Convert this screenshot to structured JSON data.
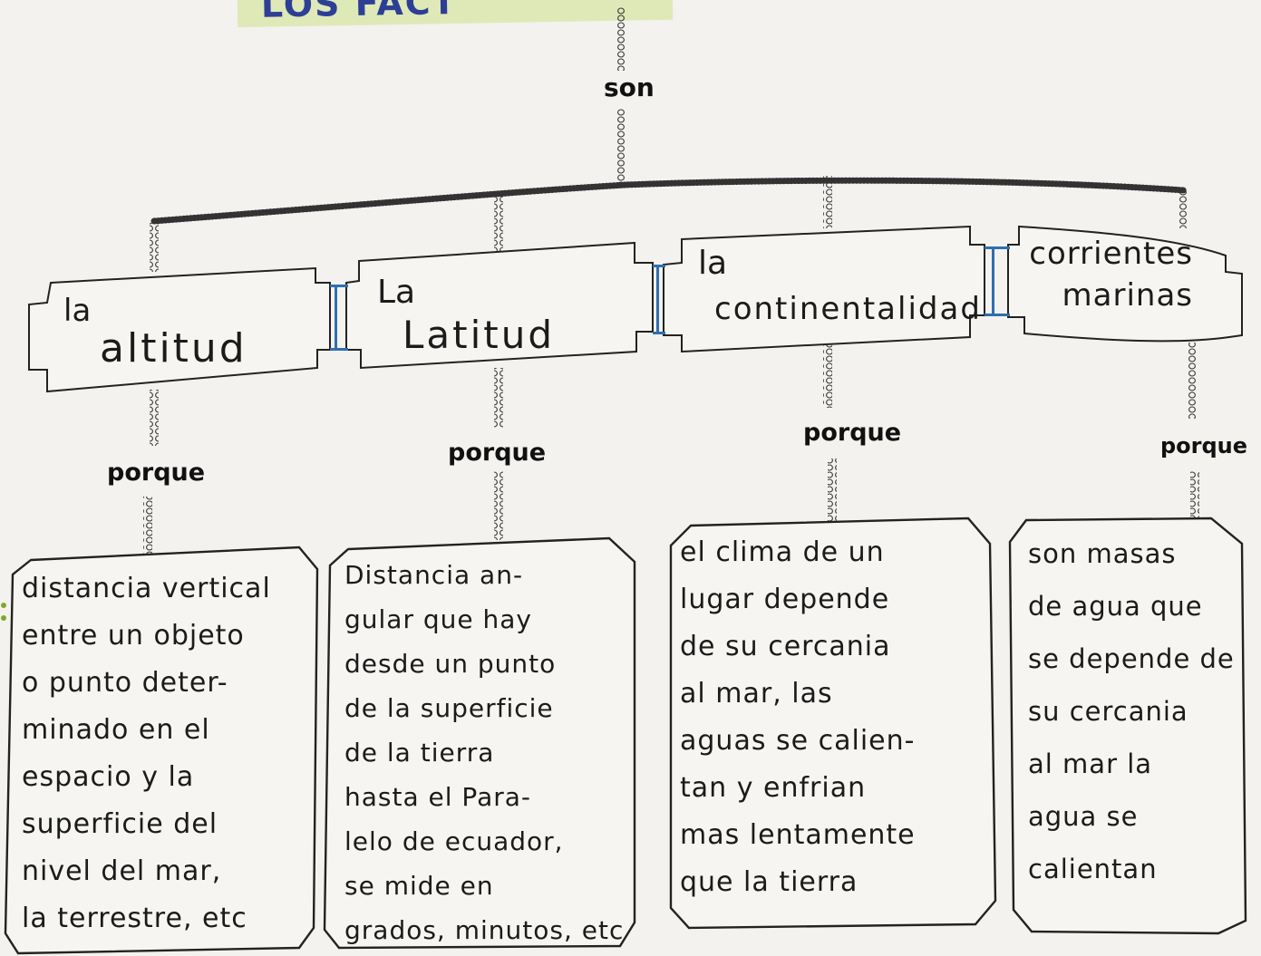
{
  "title": "LOS FACT",
  "connectors": {
    "son": "son",
    "porque": [
      "porque",
      "porque",
      "porque",
      "porque"
    ]
  },
  "factors": [
    {
      "article": "la",
      "name": "altitud"
    },
    {
      "article": "La",
      "name": "Latitud"
    },
    {
      "article": "la",
      "name": "continentalidad"
    },
    {
      "article": "",
      "name": "corrientes\nmarinas"
    }
  ],
  "explanations": [
    "distancia vertical\nentre un objeto\no punto deter-\nminado en el\nespacio y la\nsuperficie del\nnivel del mar,\nla terrestre, etc",
    "Distancia an-\ngular que hay\ndesde un punto\nde la superficie\nde la tierra\nhasta el Para-\nlelo de ecuador,\nse mide en\ngrados, minutos, etc",
    "el clima de un\nlugar depende\nde su cercania\nal mar, las\naguas se calien-\ntan y enfrian\nmas lentamente\nque la tierra",
    "son masas\nde agua que\nse depende de\nsu cercania\nal mar la\nagua se\ncalientan"
  ],
  "colors": {
    "ink": "#1b1b1b",
    "accent_blue": "#2f6fb0",
    "title_bg": "#dfe9b8",
    "title_text": "#2d3f95",
    "bullet": "#7ea82c"
  }
}
